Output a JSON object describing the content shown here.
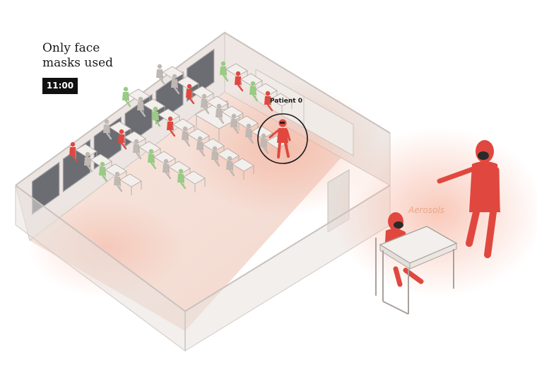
{
  "title_lines": [
    "Only face",
    "masks used"
  ],
  "clock": "11:00",
  "labels": {
    "patient": "Patient 0",
    "aerosols": "Aerosols"
  },
  "colors": {
    "infected": "#e0483f",
    "healthy": "#97cc82",
    "neutral": "#bfb8b3",
    "floor": "#f5ddd4",
    "wall": "#e9e2de",
    "window": "#6b6d73",
    "aerosol": "#f7b7a3",
    "desk": "#f3efec"
  },
  "occupants": [
    {
      "row": 0,
      "col": 2,
      "status": "healthy"
    },
    {
      "row": 0,
      "col": 3,
      "status": "neutral"
    },
    {
      "row": 1,
      "col": 0,
      "status": "infected"
    },
    {
      "row": 1,
      "col": 1,
      "status": "neutral"
    },
    {
      "row": 1,
      "col": 2,
      "status": "neutral"
    },
    {
      "row": 1,
      "col": 3,
      "status": "neutral"
    },
    {
      "row": 2,
      "col": 0,
      "status": "neutral"
    },
    {
      "row": 2,
      "col": 1,
      "status": "infected"
    },
    {
      "row": 2,
      "col": 2,
      "status": "healthy"
    },
    {
      "row": 2,
      "col": 3,
      "status": "infected"
    },
    {
      "row": 2,
      "col": 4,
      "status": "healthy"
    },
    {
      "row": 3,
      "col": 0,
      "status": "healthy"
    },
    {
      "row": 3,
      "col": 1,
      "status": "neutral"
    },
    {
      "row": 3,
      "col": 2,
      "status": "infected"
    },
    {
      "row": 3,
      "col": 3,
      "status": "neutral"
    },
    {
      "row": 3,
      "col": 4,
      "status": "infected"
    },
    {
      "row": 4,
      "col": 0,
      "status": "neutral"
    },
    {
      "row": 4,
      "col": 1,
      "status": "healthy"
    },
    {
      "row": 4,
      "col": 2,
      "status": "neutral"
    },
    {
      "row": 4,
      "col": 3,
      "status": "neutral"
    },
    {
      "row": 4,
      "col": 4,
      "status": "healthy"
    },
    {
      "row": 5,
      "col": 1,
      "status": "neutral"
    },
    {
      "row": 5,
      "col": 2,
      "status": "neutral"
    },
    {
      "row": 5,
      "col": 3,
      "status": "neutral"
    },
    {
      "row": 5,
      "col": 4,
      "status": "infected"
    },
    {
      "row": 6,
      "col": 1,
      "status": "healthy"
    },
    {
      "row": 6,
      "col": 2,
      "status": "neutral"
    },
    {
      "row": 6,
      "col": 3,
      "status": "neutral"
    },
    {
      "row": 7,
      "col": 2,
      "status": "neutral"
    },
    {
      "row": 7,
      "col": 3,
      "status": "neutral"
    }
  ]
}
